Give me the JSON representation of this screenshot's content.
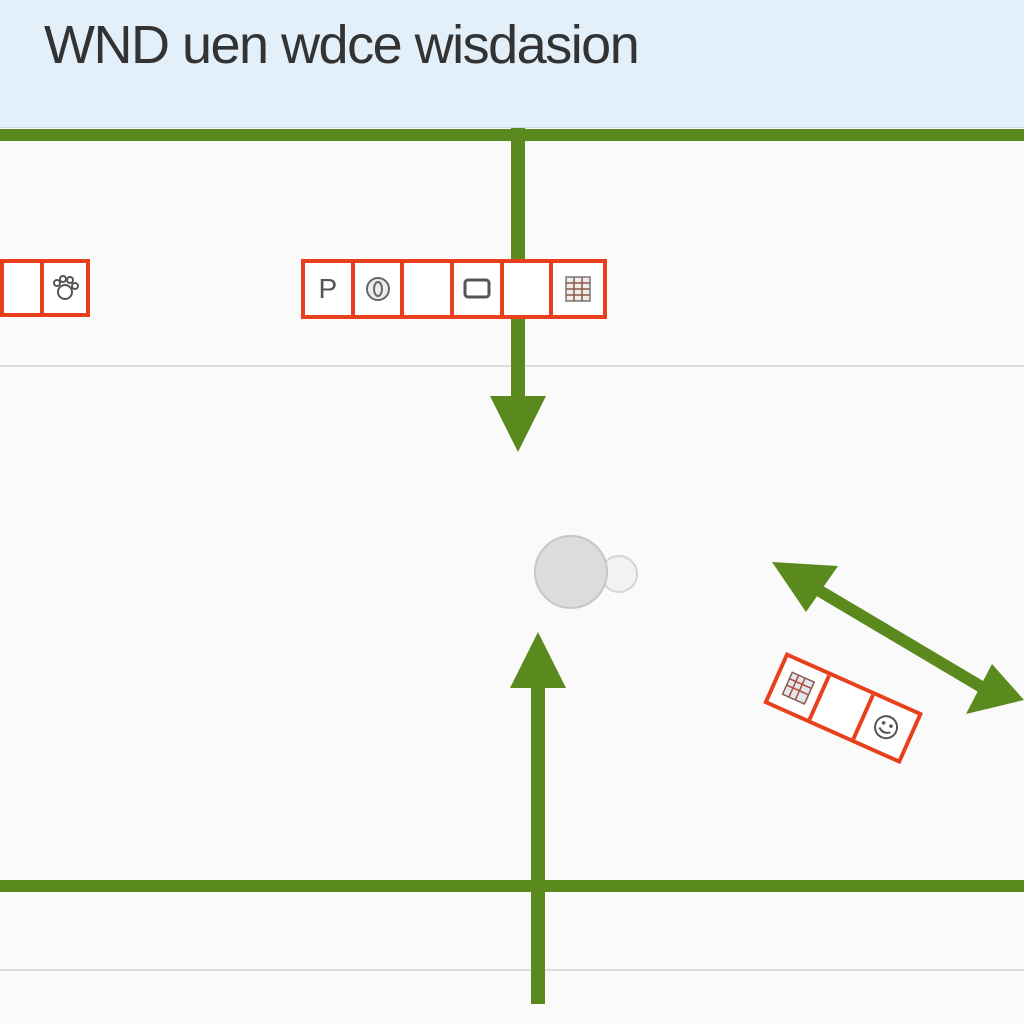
{
  "header": {
    "title": "WND uen wdce wisdasion"
  },
  "colors": {
    "accent_green": "#5a8a1e",
    "toolbar_red": "#e8401c",
    "header_bg": "#e3eff9",
    "canvas_bg": "#fafafa"
  },
  "toolbars": {
    "left": {
      "icons": [
        "paw-icon"
      ]
    },
    "center": {
      "buttons": [
        {
          "label": "P"
        },
        {
          "icon": "coin-icon"
        },
        {
          "icon": "empty"
        },
        {
          "icon": "square-icon"
        },
        {
          "icon": "empty"
        },
        {
          "icon": "grid-icon"
        }
      ]
    },
    "rotated": {
      "icons": [
        "grid-icon",
        "empty",
        "face-icon"
      ]
    }
  },
  "arrows": [
    "arrow-down",
    "arrow-up",
    "arrow-double-diagonal"
  ],
  "nodes": [
    "circle-node-large",
    "circle-node-small"
  ]
}
